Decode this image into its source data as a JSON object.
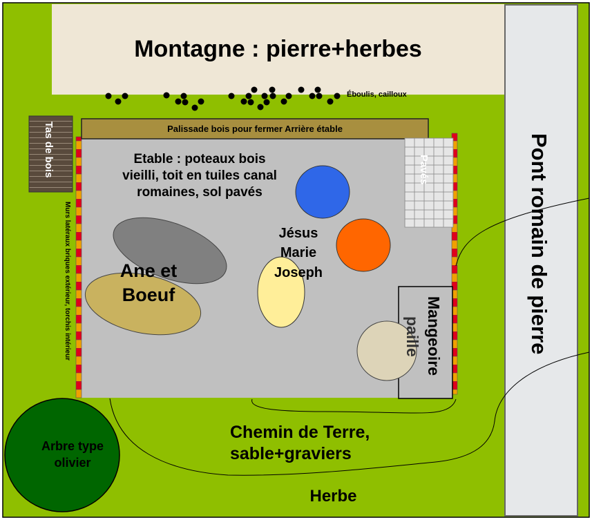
{
  "colors": {
    "grass": "#8fbf00",
    "mountain": "#efe7d6",
    "bridge": "#e6e8ea",
    "stable_floor": "#c0c0c0",
    "palisade": "#a88f3f",
    "woodpile": "#594a3c",
    "brick_red": "#e0001b",
    "brick_orange": "#f0a000",
    "donkey_ox_gray": "#808080",
    "donkey_ox_khaki": "#c9b25f",
    "figure_blue": "#2f67e8",
    "figure_orange": "#ff6600",
    "figure_yellow": "#ffee99",
    "manger_circle": "#ddd4b8",
    "tree": "#006600"
  },
  "mountain": {
    "label": "Montagne : pierre+herbes"
  },
  "scree": {
    "label": "Éboulis, cailloux"
  },
  "palisade": {
    "label": "Palissade bois pour fermer Arrière étable"
  },
  "woodpile": {
    "label": "Tas de bois"
  },
  "side_walls": {
    "label": "Murs latéraux briques extérieur, torchis intérieur"
  },
  "stable": {
    "line1": "Etable : poteaux bois",
    "line2": "vieilli, toit en tuiles canal",
    "line3": "romaines, sol pavés"
  },
  "paving": {
    "label": "Pavés"
  },
  "donkey_ox": {
    "line1": "Ane et",
    "line2": "Boeuf"
  },
  "holy_family": {
    "line1": "Jésus",
    "line2": "Marie",
    "line3": "Joseph"
  },
  "manger": {
    "line1": "Mangeoire",
    "line2": "paille"
  },
  "bridge": {
    "label": "Pont romain de pierre"
  },
  "path": {
    "line1": "Chemin de Terre,",
    "line2": "sable+graviers"
  },
  "tree": {
    "line1": "Arbre type",
    "line2": "olivier"
  },
  "grass": {
    "label": "Herbe"
  }
}
